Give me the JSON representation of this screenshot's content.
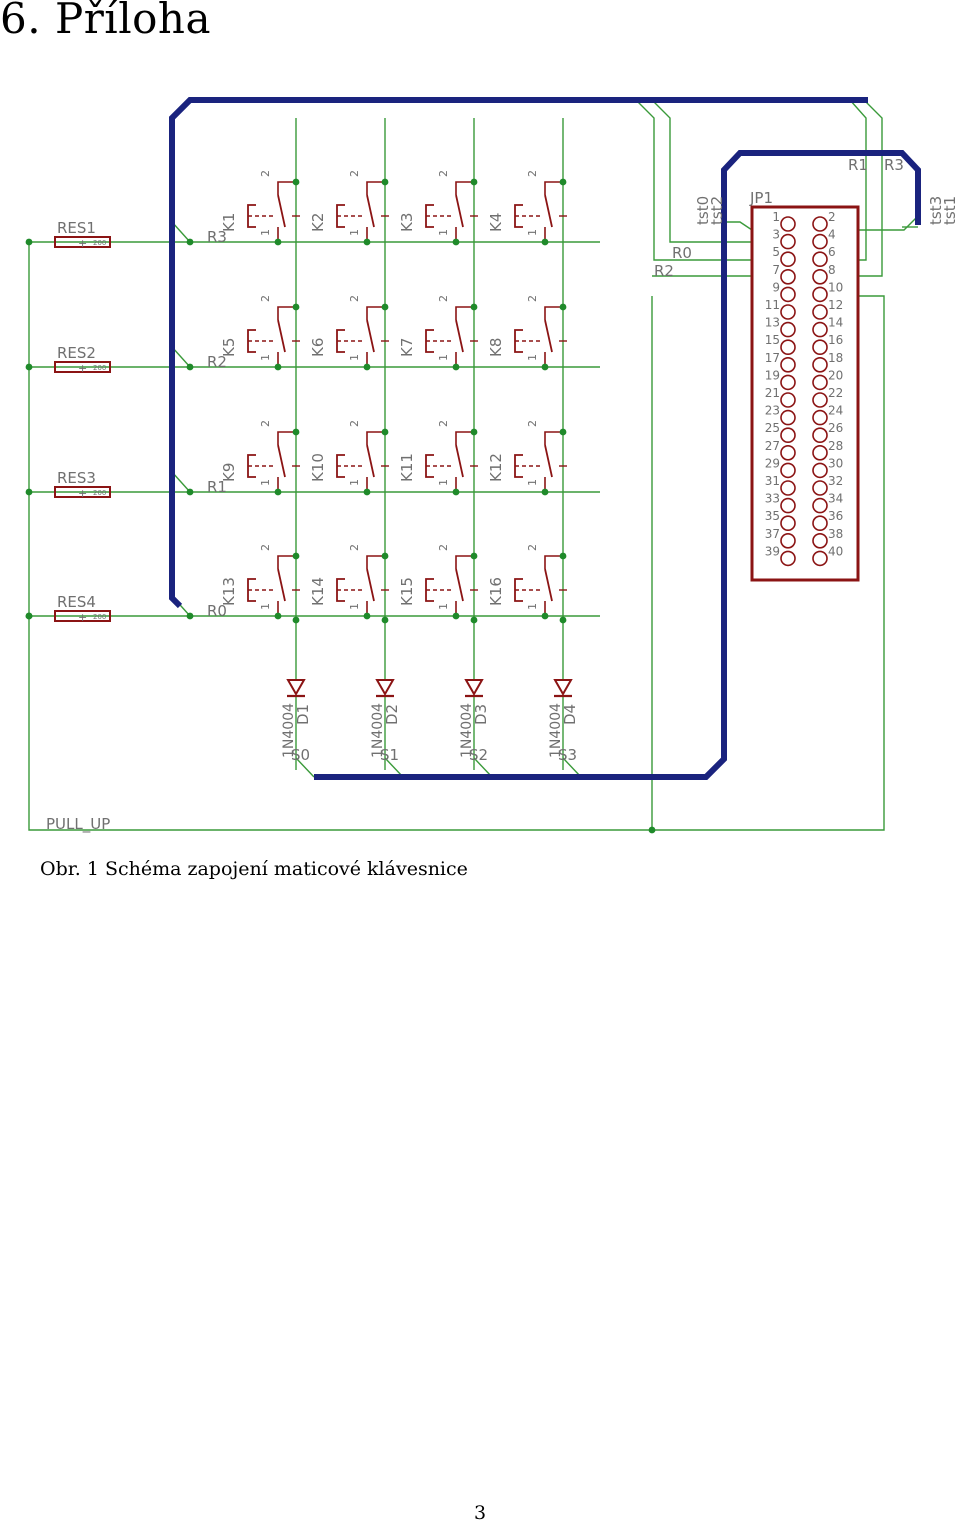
{
  "heading": {
    "number": "6.",
    "title": "Příloha"
  },
  "caption": "Obr. 1 Schéma zapojení maticové klávesnice",
  "page_number": "3",
  "colors": {
    "bus": "#1a237e",
    "wire": "#3a9a3a",
    "junction": "#1f8a2a",
    "symbol": "#8b1414",
    "label": "#707070"
  },
  "schematic": {
    "resistors": [
      {
        "name": "RES1",
        "value": "200",
        "net": "R3"
      },
      {
        "name": "RES2",
        "value": "200",
        "net": "R2"
      },
      {
        "name": "RES3",
        "value": "200",
        "net": "R1"
      },
      {
        "name": "RES4",
        "value": "200",
        "net": "R0"
      }
    ],
    "keys": [
      "K1",
      "K2",
      "K3",
      "K4",
      "K5",
      "K6",
      "K7",
      "K8",
      "K9",
      "K10",
      "K11",
      "K12",
      "K13",
      "K14",
      "K15",
      "K16"
    ],
    "key_pin_top": "2",
    "key_pin_bottom": "1",
    "diodes": [
      {
        "name": "D1",
        "value": "1N4004",
        "net": "S0"
      },
      {
        "name": "D2",
        "value": "1N4004",
        "net": "S1"
      },
      {
        "name": "D3",
        "value": "1N4004",
        "net": "S2"
      },
      {
        "name": "D4",
        "value": "1N4004",
        "net": "S3"
      }
    ],
    "connector": {
      "name": "JP1",
      "pins_odd": [
        "1",
        "3",
        "5",
        "7",
        "9",
        "11",
        "13",
        "15",
        "17",
        "19",
        "21",
        "23",
        "25",
        "27",
        "29",
        "31",
        "33",
        "35",
        "37",
        "39"
      ],
      "pins_even": [
        "2",
        "4",
        "6",
        "8",
        "10",
        "12",
        "14",
        "16",
        "18",
        "20",
        "22",
        "24",
        "26",
        "28",
        "30",
        "32",
        "34",
        "36",
        "38",
        "40"
      ]
    },
    "net_labels": {
      "pull_up": "PULL_UP",
      "r0": "R0",
      "r1": "R1",
      "r2": "R2",
      "r3": "R3",
      "s0": "S0",
      "s1": "S1",
      "s2": "S2",
      "s3": "S3",
      "tst0": "tst0",
      "tst1": "tst1",
      "tst2": "tst2",
      "tst3": "tst3"
    }
  }
}
